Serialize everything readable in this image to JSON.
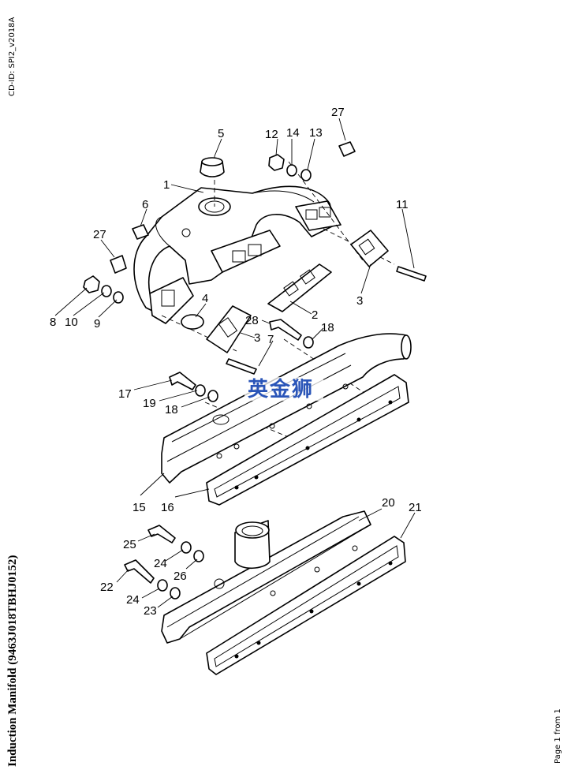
{
  "header": {
    "cd_id": "CD-ID: SPI2_v2018A"
  },
  "title": "Induction Manifold (9463J018TBHJ0152)",
  "footer": {
    "page": "Page 1 from 1"
  },
  "watermark": "英金狮",
  "callouts": [
    "1",
    "2",
    "3",
    "3",
    "4",
    "5",
    "6",
    "7",
    "8",
    "9",
    "10",
    "11",
    "12",
    "13",
    "14",
    "15",
    "16",
    "17",
    "18",
    "18",
    "19",
    "20",
    "21",
    "22",
    "23",
    "24",
    "24",
    "25",
    "26",
    "27",
    "27",
    "28"
  ]
}
